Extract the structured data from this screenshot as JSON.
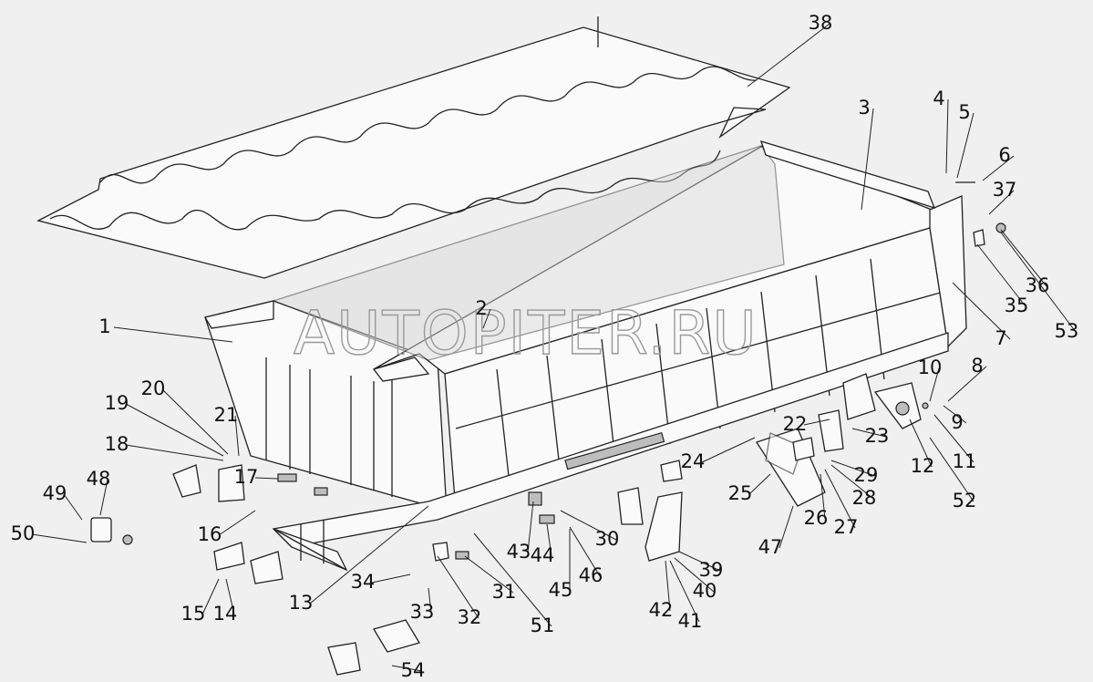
{
  "watermark": "AUTOPITER.RU",
  "callouts": [
    "1",
    "2",
    "3",
    "4",
    "5",
    "6",
    "7",
    "8",
    "9",
    "10",
    "11",
    "12",
    "13",
    "14",
    "15",
    "16",
    "17",
    "18",
    "19",
    "20",
    "21",
    "22",
    "23",
    "24",
    "25",
    "26",
    "27",
    "28",
    "29",
    "30",
    "31",
    "32",
    "33",
    "34",
    "35",
    "36",
    "37",
    "38",
    "39",
    "40",
    "41",
    "42",
    "43",
    "44",
    "45",
    "46",
    "47",
    "48",
    "49",
    "50",
    "51",
    "52",
    "53",
    "54"
  ]
}
